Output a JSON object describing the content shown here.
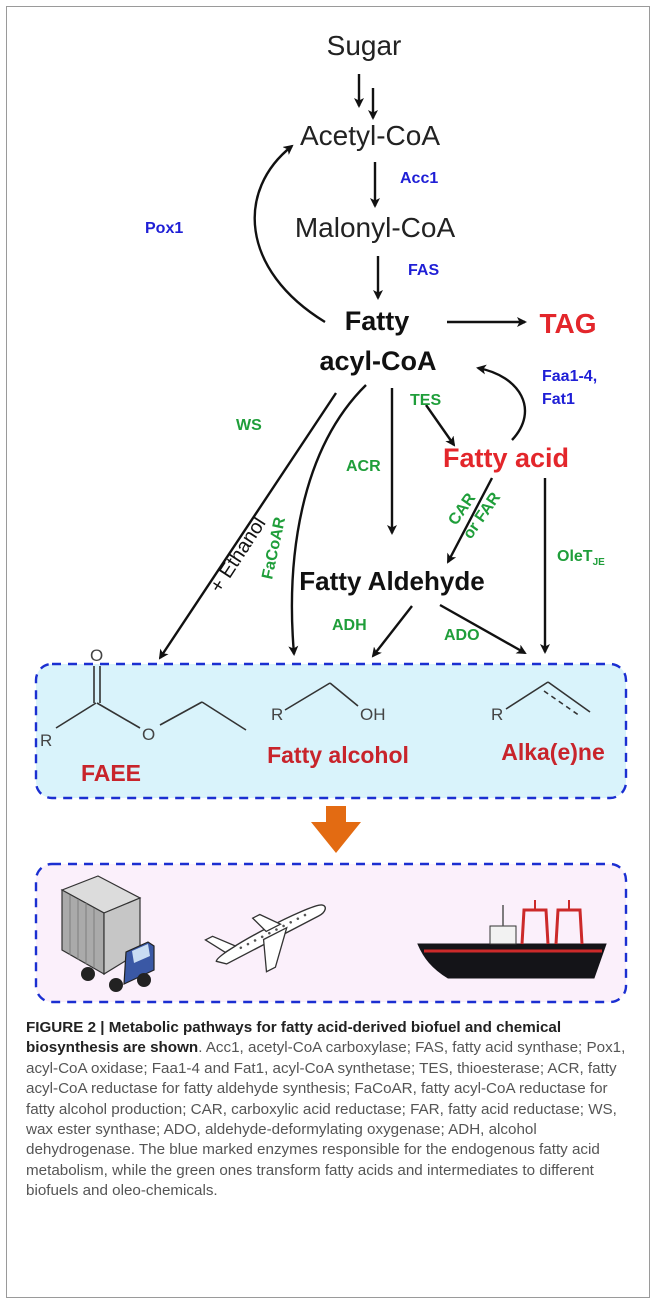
{
  "nodes": {
    "sugar": "Sugar",
    "acetyl_coa": "Acetyl-CoA",
    "malonyl_coa": "Malonyl-CoA",
    "fatty_acyl_line1": "Fatty",
    "fatty_acyl_line2": "acyl-CoA",
    "tag": "TAG",
    "fatty_acid": "Fatty acid",
    "fatty_aldehyde": "Fatty Aldehyde"
  },
  "enzymes": {
    "acc1": "Acc1",
    "pox1": "Pox1",
    "fas": "FAS",
    "faa_line1": "Faa1-4,",
    "faa_line2": "Fat1",
    "tes": "TES",
    "ws": "WS",
    "acr": "ACR",
    "car_line1": "CAR",
    "car_line2": "or FAR",
    "olet_main": "OleT",
    "olet_sub": "JE",
    "facoar": "FaCoAR",
    "adh": "ADH",
    "ado": "ADO",
    "ethanol": "+ Ethanol"
  },
  "products": {
    "faee": "FAEE",
    "fatty_alcohol": "Fatty alcohol",
    "alkene": "Alka(e)ne",
    "r1": "R",
    "r2": "R",
    "r3": "R",
    "o_carbonyl": "O",
    "o_ester": "O",
    "oh": "OH"
  },
  "colors": {
    "enzyme_blue": "#1f1fd6",
    "enzyme_green": "#1f9e3a",
    "product_red": "#e3262b",
    "dashed_border": "#1b2fd1",
    "products_box_fill": "#d9f3fb",
    "vehicles_box_fill": "#fbf0fb",
    "down_arrow": "#e36b12"
  },
  "icons": [
    "truck-icon",
    "airplane-icon",
    "ship-icon"
  ],
  "caption": {
    "title": "FIGURE 2 | Metabolic pathways for fatty acid-derived biofuel and chemical biosynthesis are shown",
    "body": ". Acc1, acetyl-CoA carboxylase; FAS, fatty acid synthase; Pox1, acyl-CoA oxidase; Faa1-4 and Fat1, acyl-CoA synthetase; TES, thioesterase; ACR, fatty acyl-CoA reductase for fatty aldehyde synthesis; FaCoAR, fatty acyl-CoA reductase for fatty alcohol production; CAR, carboxylic acid reductase; FAR, fatty acid reductase; WS, wax ester synthase; ADO, aldehyde-deformylating oxygenase; ADH, alcohol dehydrogenase. The blue marked enzymes responsible for the endogenous fatty acid metabolism, while the green ones transform fatty acids and intermediates to different biofuels and oleo-chemicals."
  }
}
